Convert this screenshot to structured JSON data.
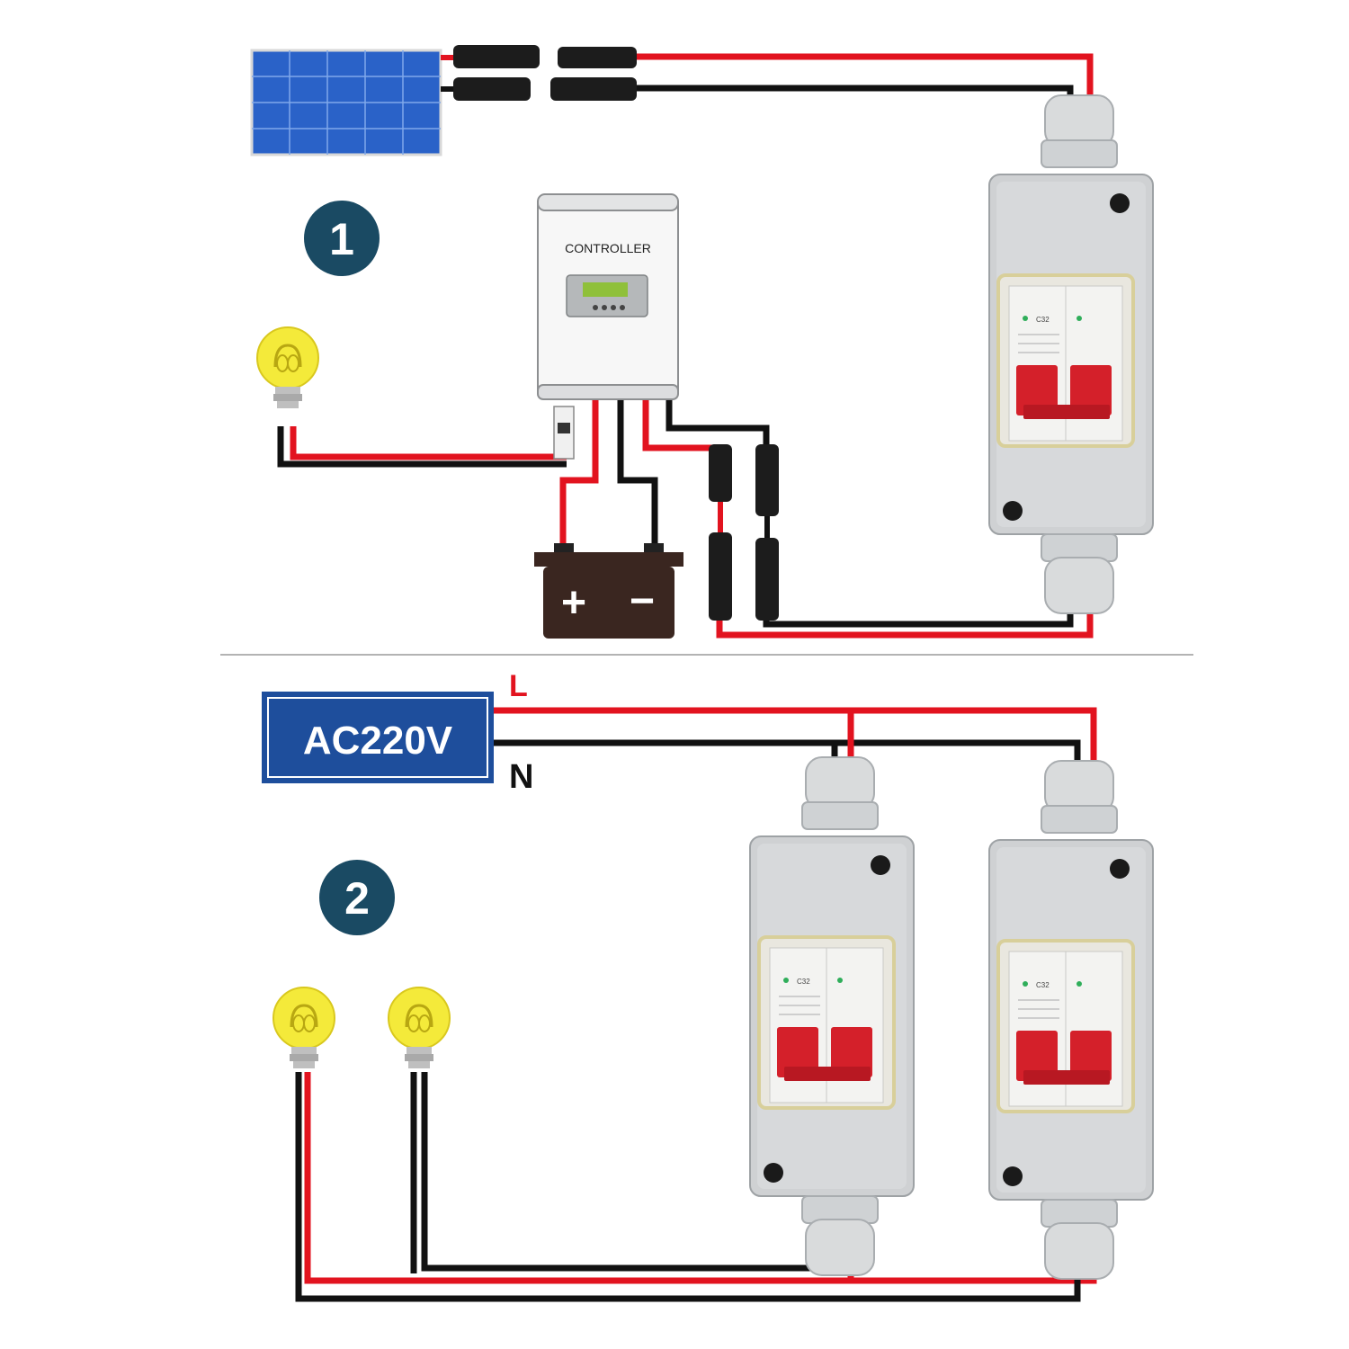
{
  "diagram": {
    "section1": {
      "step_number": "1",
      "controller_label": "CONTROLLER",
      "battery_plus": "+",
      "battery_minus": "−"
    },
    "section2": {
      "step_number": "2",
      "ac_source_label": "AC220V",
      "live_label": "L",
      "neutral_label": "N"
    },
    "breaker": {
      "rating": "C32"
    },
    "colors": {
      "wire_positive": "#e2131f",
      "wire_negative": "#111111",
      "badge": "#1a4a63",
      "ac_box": "#1e4e9c",
      "solar_panel": "#2a62c8",
      "bulb": "#f4ea3a",
      "battery": "#3a2620",
      "enclosure": "#cfd1d3",
      "breaker_handle": "#d4202a"
    },
    "icons": [
      "solar-panel-icon",
      "mc4-connector-icon",
      "charge-controller-icon",
      "battery-icon",
      "light-bulb-icon",
      "dc-isolator-enclosure-icon",
      "circuit-breaker-icon"
    ]
  }
}
